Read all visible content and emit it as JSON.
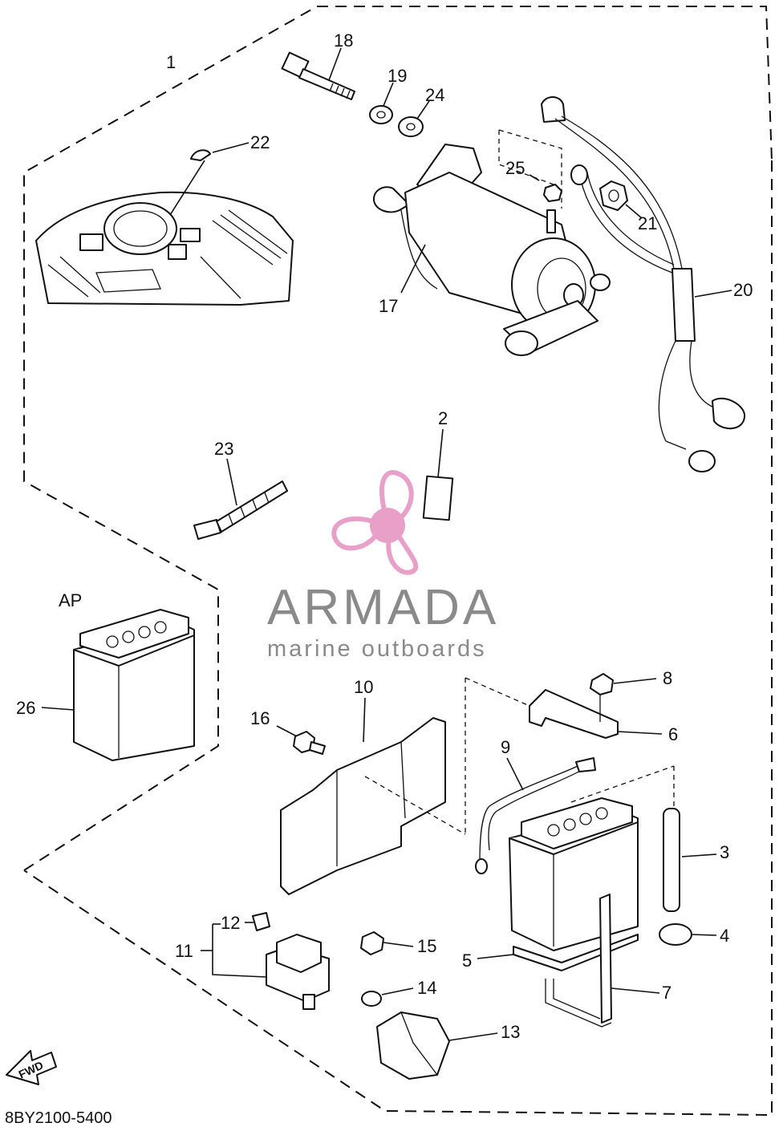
{
  "diagram": {
    "code": "8BY2100-5400",
    "labels": {
      "l1": "1",
      "l2": "2",
      "l3": "3",
      "l4": "4",
      "l5": "5",
      "l6": "6",
      "l7": "7",
      "l8": "8",
      "l9": "9",
      "l10": "10",
      "l11": "11",
      "l12": "12",
      "l13": "13",
      "l14": "14",
      "l15": "15",
      "l16": "16",
      "l17": "17",
      "l18": "18",
      "l19": "19",
      "l20": "20",
      "l21": "21",
      "l22": "22",
      "l23": "23",
      "l24": "24",
      "l25": "25",
      "l26": "26"
    },
    "ap_label": "AP",
    "fwd_label": "FWD"
  },
  "watermark": {
    "title": "ARMADA",
    "subtitle": "marine outboards",
    "color": "#e8a0c8"
  }
}
